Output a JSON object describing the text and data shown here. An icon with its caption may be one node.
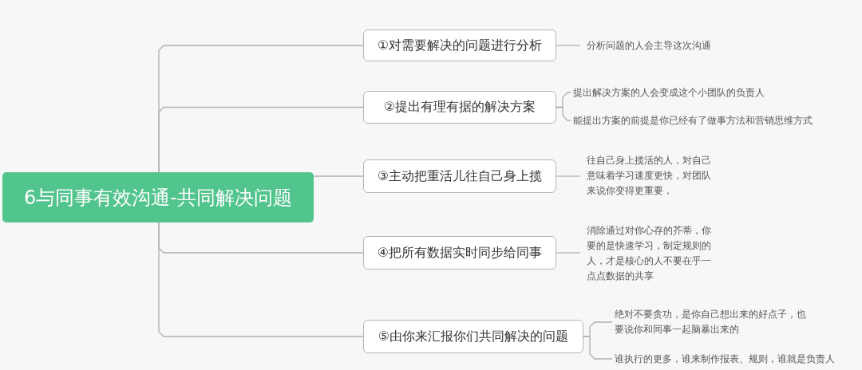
{
  "diagram": {
    "nodes": [
      {
        "text": [
          "6与同事有效沟通-共同解决问题"
        ]
      },
      {
        "text": [
          "①对需要解决的问题进行分析"
        ]
      },
      {
        "text": [
          "②提出有理有据的解决方案"
        ]
      },
      {
        "text": [
          "③主动把重活儿往自己身上揽"
        ]
      },
      {
        "text": [
          "④把所有数据实时同步给同事"
        ]
      },
      {
        "text": [
          "⑤由你来汇报你们共同解决的问题"
        ]
      },
      {
        "text": [
          "分析问题的人会主导这次沟通"
        ]
      },
      {
        "text": [
          "提出解决方案的人会变成这个小团队的负责人"
        ]
      },
      {
        "text": [
          "能提出方案的前提是你已经有了做事方法和营销思维方式"
        ]
      },
      {
        "text": [
          "往自己身上揽活的人，对自己意味着学习速度更快，对团队来说你变得更重要，"
        ]
      },
      {
        "text": [
          "消除通过对你心存的芥蒂，你要的是快速学习，制定规则的人，才是核心的人不要在乎一点点数据的共享"
        ]
      },
      {
        "text": [
          "绝对不要贪功，是你自己想出来的好点子，也要说你和同事一起脑暴出来的"
        ]
      },
      {
        "text": [
          "谁执行的更多，谁来制作报表、规则，谁就是负责人"
        ]
      }
    ],
    "edges": [
      {
        "from": 0,
        "to": 1,
        "arrow": "none"
      },
      {
        "from": 0,
        "to": 2,
        "arrow": "none"
      },
      {
        "from": 0,
        "to": 3,
        "arrow": "none"
      },
      {
        "from": 0,
        "to": 4,
        "arrow": "none"
      },
      {
        "from": 0,
        "to": 5,
        "arrow": "none"
      },
      {
        "from": 1,
        "to": 6,
        "arrow": "none"
      },
      {
        "from": 2,
        "to": 7,
        "arrow": "none"
      },
      {
        "from": 2,
        "to": 8,
        "arrow": "none"
      },
      {
        "from": 3,
        "to": 9,
        "arrow": "none"
      },
      {
        "from": 4,
        "to": 10,
        "arrow": "none"
      },
      {
        "from": 5,
        "to": 11,
        "arrow": "none"
      },
      {
        "from": 5,
        "to": 12,
        "arrow": "none"
      }
    ]
  }
}
